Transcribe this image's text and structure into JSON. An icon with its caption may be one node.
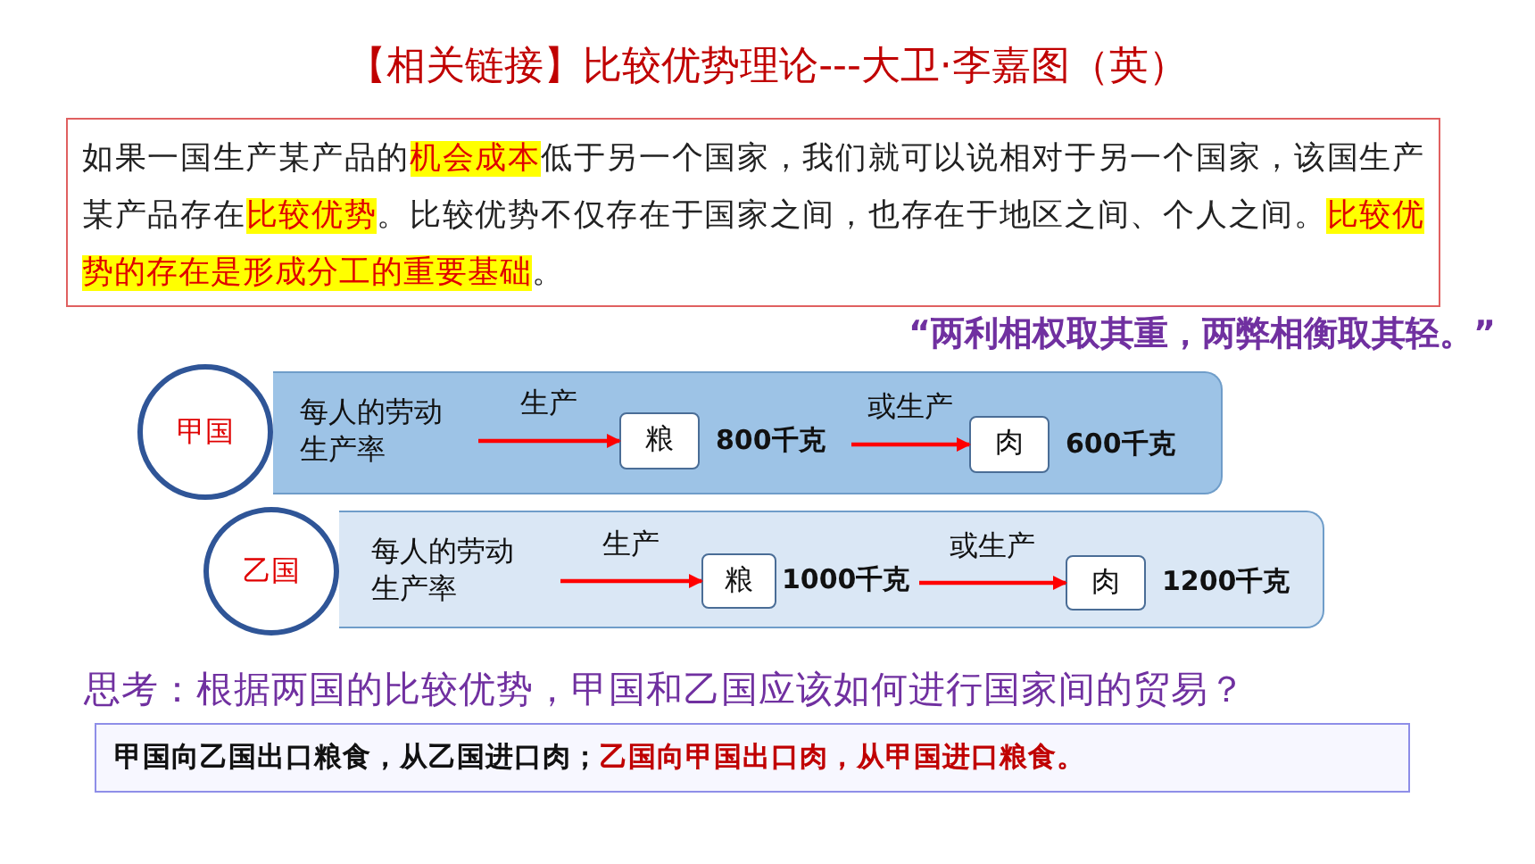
{
  "diagram": {
    "title": "【相关链接】比较优势理论---大卫·李嘉图（英）",
    "nodes": [
      {
        "text": [
          "如果一国生产某产品的**机会成本**低于另一个国家，我们就可以说相对于另一个国家，该国生产某产品存在**比较优势**。比较优势不仅存在于国家之间，也存在于地区之间、个人之间。**比较优势的存在是形成分工的重要基础**。"
        ]
      },
      {
        "text": [],
        "shape": "box"
      },
      {
        "text": [
          "甲国"
        ]
      },
      {
        "text": [
          "每人的劳动生产率"
        ],
        "in": 1
      },
      {
        "text": [
          "粮"
        ],
        "in": 1,
        "beside": [
          "800千克"
        ]
      },
      {
        "text": [
          "肉"
        ],
        "in": 1,
        "beside": [
          "600千克"
        ]
      },
      {
        "text": [],
        "shape": "box"
      },
      {
        "text": [
          "乙国"
        ]
      },
      {
        "text": [
          "每人的劳动生产率"
        ],
        "in": 6
      },
      {
        "text": [
          "粮"
        ],
        "in": 6,
        "beside": [
          "1000千克"
        ]
      },
      {
        "text": [
          "肉"
        ],
        "in": 6,
        "beside": [
          "1200千克"
        ]
      },
      {
        "text": [
          "甲国向乙国出口粮食，从乙国进口肉；",
          "乙国向甲国出口肉，从甲国进口粮食。"
        ]
      }
    ],
    "edges": [
      {
        "from": 3,
        "to": 4,
        "arrow": "to",
        "label": "生产"
      },
      {
        "from": 4,
        "to": 5,
        "arrow": "to",
        "label": "或生产"
      },
      {
        "from": 8,
        "to": 9,
        "arrow": "to",
        "label": "生产"
      },
      {
        "from": 9,
        "to": 10,
        "arrow": "to",
        "label": "或生产"
      }
    ],
    "labels": [
      "“两利相权取其重，两弊相衡取其轻。”",
      "思考：根据两国的比较优势，甲国和乙国应该如何进行国家间的贸易？"
    ]
  }
}
